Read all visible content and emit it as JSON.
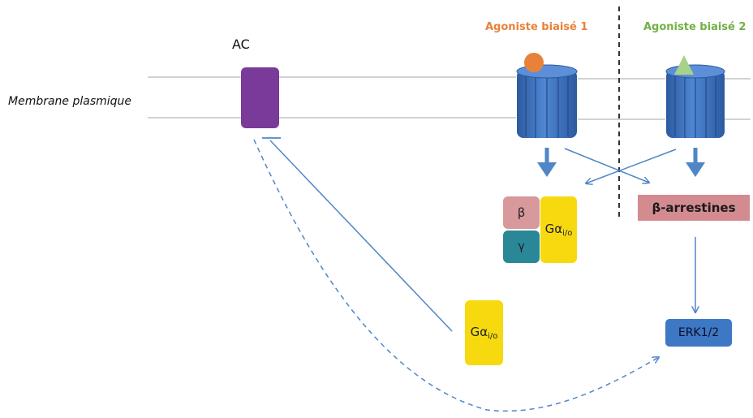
{
  "labels": {
    "membrane": "Membrane plasmique",
    "ac": "AC",
    "agonist1": "Agoniste biaisé 1",
    "agonist2": "Agoniste biaisé 2",
    "beta": "β",
    "gamma": "γ",
    "galpha": "Gα",
    "galpha_sub": "i/o",
    "beta_arrestins": "β-arrestines",
    "erk": "ERK1/2"
  },
  "colors": {
    "agonist1": "#e8823a",
    "agonist2": "#72b043",
    "ac": "#7a3a9a",
    "receptor": "#3f75c0",
    "arrow": "#4f86c6",
    "membrane": "#c4c4c4",
    "beta": "#d7999b",
    "gamma": "#2a8797",
    "galpha": "#f6da0f",
    "beta_arrestins": "#d48b8f",
    "erk": "#3d78c4"
  }
}
